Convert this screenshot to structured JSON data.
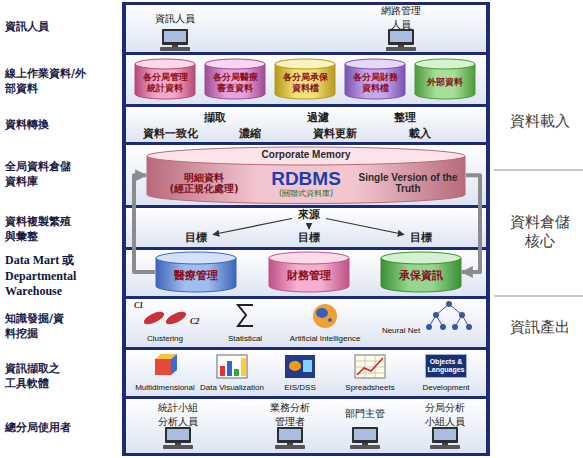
{
  "diagram": {
    "nodes": [
      {
        "text": [
          "各分局管理統計資料"
        ]
      },
      {
        "text": [
          "各分局醫療審查資料"
        ]
      },
      {
        "text": [
          "各分局承保資料檔"
        ]
      },
      {
        "text": [
          "各分局財務資料檔"
        ]
      },
      {
        "text": [
          "外部資料"
        ]
      },
      {
        "text": [
          "Corporate Memory",
          "明細資料 (經正規化處理)",
          "RDBMS",
          "(關聯式資料庫)",
          "Single Version of the Truth"
        ]
      },
      {
        "text": [
          "來源"
        ]
      },
      {
        "text": [
          "目標"
        ]
      },
      {
        "text": [
          "目標"
        ]
      },
      {
        "text": [
          "目標"
        ]
      },
      {
        "text": [
          "醫療管理"
        ]
      },
      {
        "text": [
          "財務管理"
        ]
      },
      {
        "text": [
          "承保資訊"
        ]
      },
      {
        "text": [
          "Objects & Languages"
        ]
      }
    ],
    "edges": [
      {
        "from": 6,
        "to": 7,
        "arrow": "to"
      },
      {
        "from": 6,
        "to": 8,
        "arrow": "to"
      },
      {
        "from": 6,
        "to": 9,
        "arrow": "to"
      },
      {
        "from": 5,
        "to": 12,
        "arrow": "to"
      },
      {
        "from": 10,
        "to": 5,
        "arrow": "to"
      }
    ],
    "labels": [
      "資訊人員",
      "線上作業資料/外部資料",
      "資料轉換",
      "全局資料倉儲資料庫",
      "資料複製繁殖與彙整",
      "Data Mart 或 Departmental Warehouse",
      "知識發掘/資料挖掘",
      "資訊擷取之工具軟體",
      "總分局使用者",
      "資料載入",
      "資料倉儲核心",
      "資訊產出",
      "資訊人員",
      "網路管理人員",
      "擷取",
      "過濾",
      "整理",
      "資料一致化",
      "濃縮",
      "資料更新",
      "載入",
      "C1",
      "C2",
      "Clustering",
      "Statistical",
      "Artificial Intelligence",
      "Neural Net",
      "Multidimensional",
      "Data Visualization",
      "EIS/DSS",
      "Spreadsheets",
      "Development",
      "統計小組分析人員",
      "業務分析管理者",
      "部門主管",
      "分局分析小組人員"
    ]
  }
}
